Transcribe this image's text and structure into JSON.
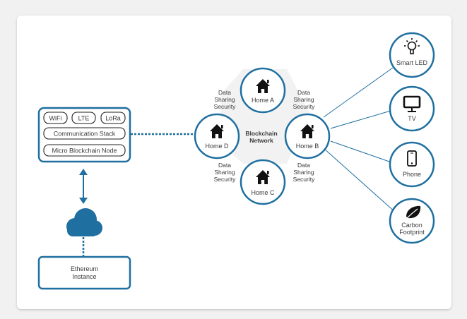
{
  "colors": {
    "accent": "#1f6fa0",
    "hexagon": "#f2f2f2",
    "text": "#3a3a3a"
  },
  "device_stack": {
    "pills": [
      "WiFi",
      "LTE",
      "LoRa"
    ],
    "rows": [
      "Communication Stack",
      "Micro Blockchain Node"
    ]
  },
  "cloud": {
    "icon": "cloud-icon"
  },
  "ethereum": {
    "line1": "Ethereum",
    "line2": "Instance"
  },
  "network": {
    "center_line1": "Blockchain",
    "center_line2": "Network",
    "homes": {
      "a": "Home A",
      "b": "Home B",
      "c": "Home C",
      "d": "Home D"
    },
    "edge_label": [
      "Data",
      "Sharing",
      "Security"
    ]
  },
  "devices": {
    "smart_led": {
      "line1": "Smart LED",
      "icon": "lightbulb-icon"
    },
    "tv": {
      "line1": "TV",
      "icon": "tv-icon"
    },
    "phone": {
      "line1": "Phone",
      "icon": "phone-icon"
    },
    "carbon": {
      "line1": "Carbon",
      "line2": "Footprint",
      "icon": "leaf-icon"
    }
  }
}
